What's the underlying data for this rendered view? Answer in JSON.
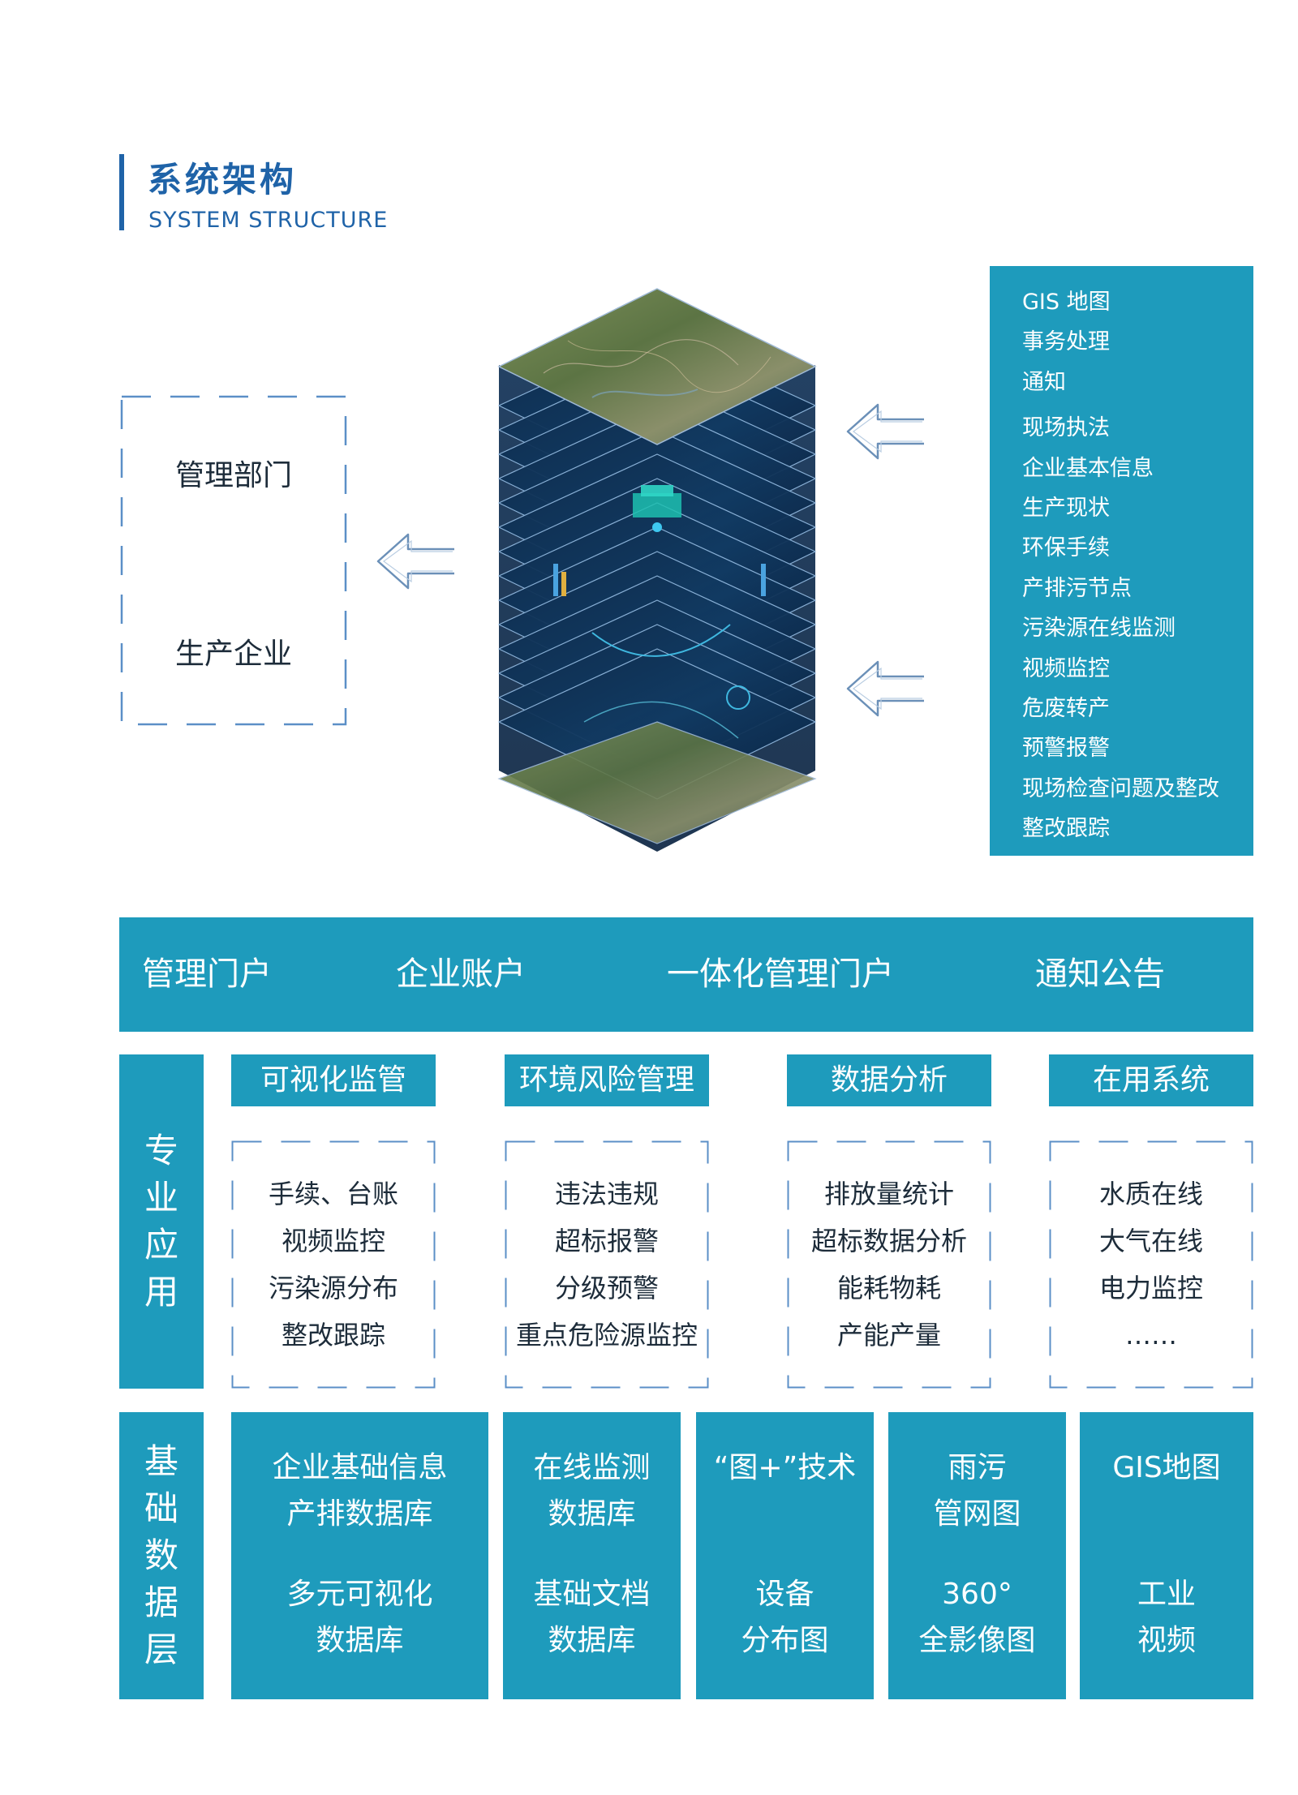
{
  "header": {
    "title": "系统架构",
    "subtitle": "SYSTEM STRUCTURE"
  },
  "departments": [
    "管理部门",
    "生产企业"
  ],
  "features": [
    "GIS 地图",
    "事务处理",
    "通知",
    "现场执法",
    "企业基本信息",
    "生产现状",
    "环保手续",
    "产排污节点",
    "污染源在线监测",
    "视频监控",
    "危废转产",
    "预警报警",
    "现场检查问题及整改",
    "整改跟踪"
  ],
  "portal": {
    "label": "管理门户",
    "items": [
      "企业账户",
      "一体化管理门户",
      "通知公告"
    ]
  },
  "apps": {
    "side_label": [
      "专",
      "业",
      "应",
      "用"
    ],
    "columns": [
      {
        "title": "可视化监管",
        "items": [
          "手续、台账",
          "视频监控",
          "污染源分布",
          "整改跟踪"
        ]
      },
      {
        "title": "环境风险管理",
        "items": [
          "违法违规",
          "超标报警",
          "分级预警",
          "重点危险源监控"
        ]
      },
      {
        "title": "数据分析",
        "items": [
          "排放量统计",
          "超标数据分析",
          "能耗物耗",
          "产能产量"
        ]
      },
      {
        "title": "在用系统",
        "items": [
          "水质在线",
          "大气在线",
          "电力监控",
          "……"
        ]
      }
    ]
  },
  "data_layer": {
    "side_label": [
      "基",
      "础",
      "数",
      "据",
      "层"
    ],
    "cells": [
      {
        "top": [
          "企业基础信息",
          "产排数据库"
        ],
        "bottom": [
          "多元可视化",
          "数据库"
        ]
      },
      {
        "top": [
          "在线监测",
          "数据库"
        ],
        "bottom": [
          "基础文档",
          "数据库"
        ]
      },
      {
        "top": [
          "“图+”技术",
          ""
        ],
        "bottom": [
          "设备",
          "分布图"
        ]
      },
      {
        "top": [
          "雨污",
          "管网图"
        ],
        "bottom": [
          "360°",
          "全影像图"
        ]
      },
      {
        "top": [
          "GIS地图",
          ""
        ],
        "bottom": [
          "工业",
          "视频"
        ]
      }
    ]
  },
  "colors": {
    "accent": "#1e9bbc",
    "title_blue": "#1f63a8",
    "dashed": "#5b8fc7"
  }
}
